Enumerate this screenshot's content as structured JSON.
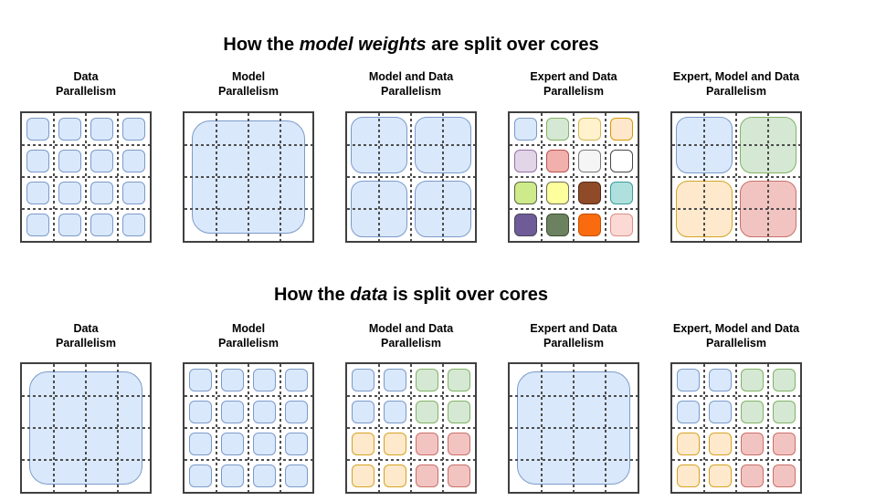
{
  "palette": {
    "blue": {
      "fill": "#dae8fc",
      "stroke": "#7b9bc9"
    },
    "green": {
      "fill": "#d5e8d4",
      "stroke": "#82b366"
    },
    "yellow": {
      "fill": "#fff2cc",
      "stroke": "#d6b656"
    },
    "orange": {
      "fill": "#ffe7cc",
      "stroke": "#d79b00"
    },
    "purple": {
      "fill": "#e1d5e7",
      "stroke": "#9673a6"
    },
    "red": {
      "fill": "#f1b0ac",
      "stroke": "#b85450"
    },
    "lightred": {
      "fill": "#f2c4c1",
      "stroke": "#c9706b"
    },
    "gray": {
      "fill": "#f5f5f5",
      "stroke": "#7a7a7a"
    },
    "white": {
      "fill": "#ffffff",
      "stroke": "#474747"
    },
    "lime": {
      "fill": "#cdeb8b",
      "stroke": "#5d6344"
    },
    "paleyellow": {
      "fill": "#fdff9c",
      "stroke": "#6e6e57"
    },
    "brown": {
      "fill": "#8f4a28",
      "stroke": "#502a16"
    },
    "teal": {
      "fill": "#afe0dd",
      "stroke": "#399d99"
    },
    "darkpurple": {
      "fill": "#6e5b97",
      "stroke": "#4a4458"
    },
    "darkgreen": {
      "fill": "#6b8160",
      "stroke": "#3f4f33"
    },
    "brightorange": {
      "fill": "#f96b0e",
      "stroke": "#c24f00"
    },
    "palepink": {
      "fill": "#fbdad6",
      "stroke": "#de8d85"
    },
    "goldorange": {
      "fill": "#ffe9cd",
      "stroke": "#d6a324"
    }
  },
  "sections": [
    {
      "title": {
        "prefix": "How the ",
        "emphasis": "model weights",
        "suffix": " are split over cores"
      },
      "panels": [
        {
          "label": {
            "line1": "Data",
            "line2": "Parallelism"
          },
          "layout": "grid16",
          "colors": [
            "blue",
            "blue",
            "blue",
            "blue",
            "blue",
            "blue",
            "blue",
            "blue",
            "blue",
            "blue",
            "blue",
            "blue",
            "blue",
            "blue",
            "blue",
            "blue"
          ]
        },
        {
          "label": {
            "line1": "Model",
            "line2": "Parallelism"
          },
          "layout": "big",
          "colors": [
            "blue"
          ]
        },
        {
          "label": {
            "line1": "Model and Data",
            "line2": "Parallelism"
          },
          "layout": "quad",
          "colors": [
            "blue",
            "blue",
            "blue",
            "blue"
          ]
        },
        {
          "label": {
            "line1": "Expert and Data",
            "line2": "Parallelism"
          },
          "layout": "grid16",
          "colors": [
            "blue",
            "green",
            "yellow",
            "orange",
            "purple",
            "red",
            "gray",
            "white",
            "lime",
            "paleyellow",
            "brown",
            "teal",
            "darkpurple",
            "darkgreen",
            "brightorange",
            "palepink"
          ]
        },
        {
          "label": {
            "line1": "Expert, Model and Data",
            "line2": "Parallelism"
          },
          "layout": "quad",
          "colors": [
            "blue",
            "green",
            "goldorange",
            "lightred"
          ]
        }
      ]
    },
    {
      "title": {
        "prefix": "How the ",
        "emphasis": "data",
        "suffix": " is split over cores"
      },
      "panels": [
        {
          "label": {
            "line1": "Data",
            "line2": "Parallelism"
          },
          "layout": "big",
          "colors": [
            "blue"
          ]
        },
        {
          "label": {
            "line1": "Model",
            "line2": "Parallelism"
          },
          "layout": "grid16",
          "colors": [
            "blue",
            "blue",
            "blue",
            "blue",
            "blue",
            "blue",
            "blue",
            "blue",
            "blue",
            "blue",
            "blue",
            "blue",
            "blue",
            "blue",
            "blue",
            "blue"
          ]
        },
        {
          "label": {
            "line1": "Model and Data",
            "line2": "Parallelism"
          },
          "layout": "grid16",
          "colors": [
            "blue",
            "blue",
            "green",
            "green",
            "blue",
            "blue",
            "green",
            "green",
            "goldorange",
            "goldorange",
            "lightred",
            "lightred",
            "goldorange",
            "goldorange",
            "lightred",
            "lightred"
          ]
        },
        {
          "label": {
            "line1": "Expert and Data",
            "line2": "Parallelism"
          },
          "layout": "big",
          "colors": [
            "blue"
          ]
        },
        {
          "label": {
            "line1": "Expert, Model and Data",
            "line2": "Parallelism"
          },
          "layout": "grid16",
          "colors": [
            "blue",
            "blue",
            "green",
            "green",
            "blue",
            "blue",
            "green",
            "green",
            "goldorange",
            "goldorange",
            "lightred",
            "lightred",
            "goldorange",
            "goldorange",
            "lightred",
            "lightred"
          ]
        }
      ]
    }
  ],
  "geometry_note": "4x4 dashed grid per box; each cell = one core"
}
